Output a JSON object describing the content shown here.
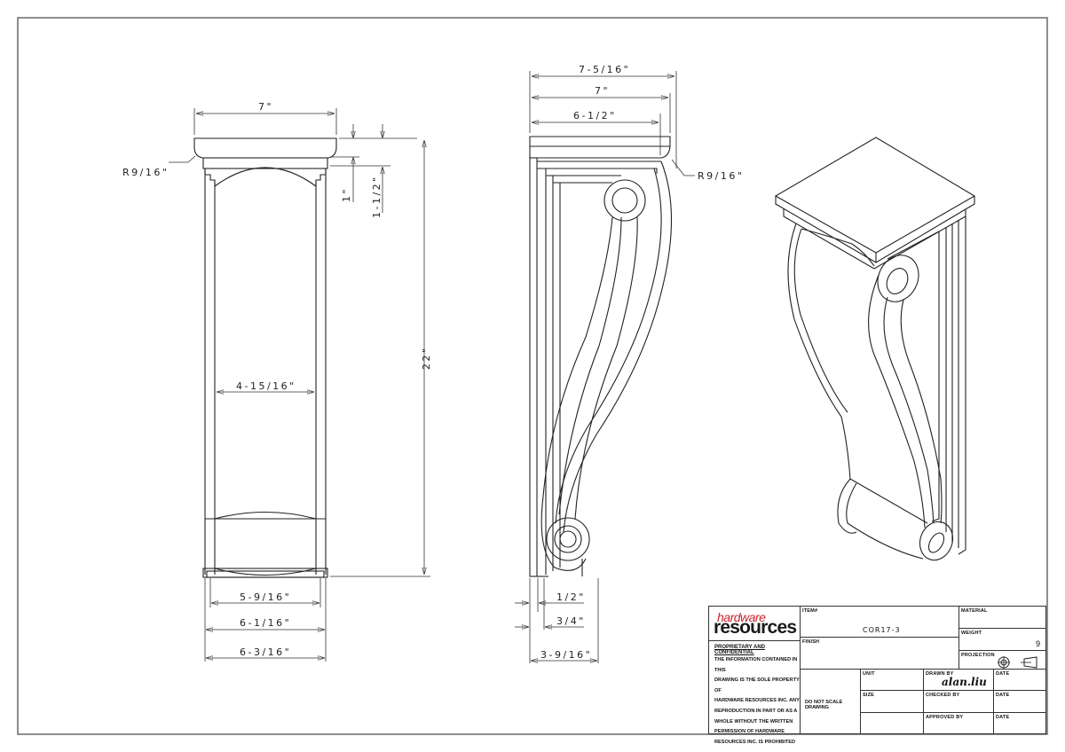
{
  "drawing": {
    "front_view": {
      "dimensions": {
        "top_width": "7\"",
        "radius": "R9/16\"",
        "cap_height": "1\"",
        "cap_total_height": "1-1/2\"",
        "total_height": "22\"",
        "inner_width": "4-15/16\"",
        "base_inner": "5-9/16\"",
        "base_mid": "6-1/16\"",
        "base_outer": "6-3/16\""
      }
    },
    "side_view": {
      "dimensions": {
        "top_overall": "7-5/16\"",
        "top_width": "7\"",
        "top_inner": "6-1/2\"",
        "radius": "R9/16\"",
        "offset_small": "1/2\"",
        "offset_mid": "3/4\"",
        "base_depth": "3-9/16\""
      }
    },
    "iso_view": {
      "label": ""
    }
  },
  "title_block": {
    "logo_top": "hardware",
    "logo_bottom": "resources",
    "proprietary_title": "PROPRIETARY AND CONFIDENTIAL",
    "notice_lines": [
      "THE INFORMATION CONTAINED IN THIS",
      "DRAWING IS THE SOLE PROPERTY OF",
      "HARDWARE RESOURCES INC.  ANY",
      "REPRODUCTION IN PART OR AS A",
      "WHOLE  WITHOUT THE WRITTEN",
      "PERMISSION OF HARDWARE",
      "RESOURCES INC. IS PROHIBITED"
    ],
    "item_label": "ITEM#",
    "item_value": "COR17-3",
    "finish_label": "FINISH",
    "finish_value": "",
    "material_label": "MATERIAL",
    "material_value": "",
    "weight_label": "WEIGHT",
    "weight_value": "9",
    "projection_label": "PROJECTION",
    "do_not_scale": "DO NOT SCALE DRAWING",
    "unit_label": "UNIT",
    "size_label": "SIZE",
    "drawn_by_label": "DRAWN BY",
    "drawn_by_value": "alan.liu",
    "checked_by_label": "CHECKED BY",
    "approved_by_label": "APPROVED BY",
    "date_label": "DATE"
  }
}
